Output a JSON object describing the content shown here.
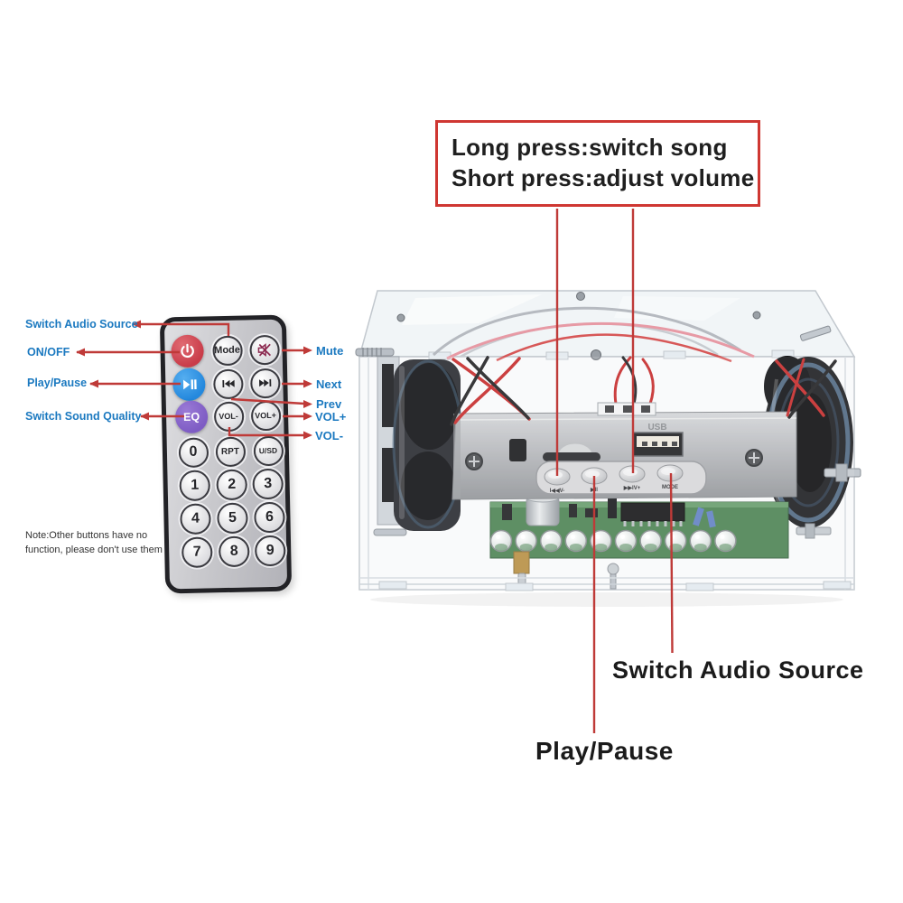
{
  "info_box": {
    "line1": "Long press:switch song",
    "line2": "Short press:adjust volume"
  },
  "bottom_labels": {
    "switch_audio_source": "Switch Audio Source",
    "play_pause": "Play/Pause"
  },
  "remote_annotations": {
    "left": [
      "Switch Audio Source",
      "ON/OFF",
      "Play/Pause",
      "Switch Sound Quality"
    ],
    "right": [
      "Mute",
      "Next",
      "Prev",
      "VOL+",
      "VOL-"
    ],
    "note_line1": "Note:Other buttons have no",
    "note_line2": "function, please don't use them"
  },
  "remote_keys": {
    "mode": "Mode",
    "eq": "EQ",
    "vol_minus": "VOL-",
    "vol_plus": "VOL+",
    "zero": "0",
    "rpt": "RPT",
    "usd": "U/SD",
    "one": "1",
    "two": "2",
    "three": "3",
    "four": "4",
    "five": "5",
    "six": "6",
    "seven": "7",
    "eight": "8",
    "nine": "9"
  },
  "device_panel": {
    "usb_label": "USB",
    "button_labels": [
      "I◀◀V-",
      "▶II",
      "▶▶IV+",
      "MODE"
    ]
  },
  "colors": {
    "annotation_red": "#bf3a38",
    "box_border_red": "#cf3732",
    "label_blue": "#1b79c0",
    "pcb_green": "#48804f"
  }
}
